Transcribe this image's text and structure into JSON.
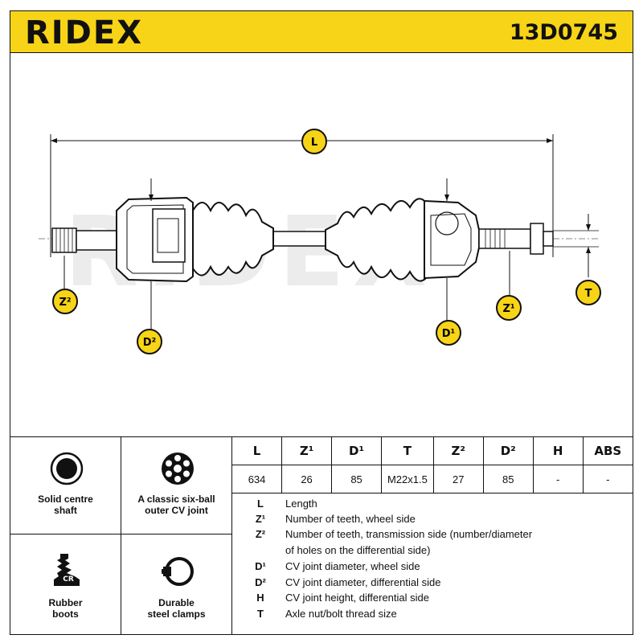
{
  "header": {
    "brand": "RIDEX",
    "part_number": "13D0745"
  },
  "diagram": {
    "labels": {
      "L": "L",
      "Z2": "Z²",
      "D2": "D²",
      "D1": "D¹",
      "Z1": "Z¹",
      "T": "T"
    },
    "watermark": "RIDEX"
  },
  "features": [
    {
      "icon": "solid-centre-shaft-icon",
      "line1": "Solid centre",
      "line2": "shaft"
    },
    {
      "icon": "six-ball-joint-icon",
      "line1": "A classic six-ball",
      "line2": "outer CV joint"
    },
    {
      "icon": "rubber-boot-icon",
      "icon_text": "CR",
      "line1": "Rubber",
      "line2": "boots"
    },
    {
      "icon": "steel-clamp-icon",
      "line1": "Durable",
      "line2": "steel clamps"
    }
  ],
  "spec_table": {
    "headers": [
      "L",
      "Z¹",
      "D¹",
      "T",
      "Z²",
      "D²",
      "H",
      "ABS"
    ],
    "values": [
      "634",
      "26",
      "85",
      "M22x1.5",
      "27",
      "85",
      "-",
      "-"
    ]
  },
  "legend": [
    {
      "symbol": "L",
      "text": "Length"
    },
    {
      "symbol": "Z¹",
      "text": "Number of teeth, wheel side"
    },
    {
      "symbol": "Z²",
      "text": "Number of teeth, transmission side (number/diameter"
    },
    {
      "symbol": "",
      "text": "of holes on the differential side)"
    },
    {
      "symbol": "D¹",
      "text": "CV joint diameter, wheel side"
    },
    {
      "symbol": "D²",
      "text": "CV joint diameter, differential side"
    },
    {
      "symbol": "H",
      "text": "CV joint height, differential side"
    },
    {
      "symbol": "T",
      "text": "Axle nut/bolt thread size"
    }
  ],
  "colors": {
    "accent": "#f7d417",
    "ink": "#111111",
    "watermark": "#e9e9e9"
  }
}
